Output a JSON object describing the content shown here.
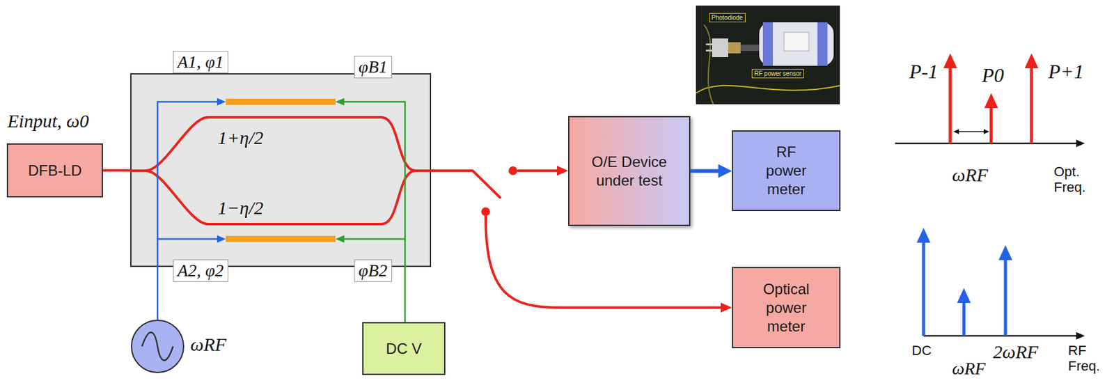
{
  "diagram": {
    "nodes": [
      {
        "text": [
          "DFB-LD"
        ]
      },
      {
        "text": [
          "A1, φ1",
          "φB1",
          "A2, φ2",
          "φB2",
          "1+η/2",
          "1−η/2"
        ]
      },
      {
        "text": [
          "ωRF"
        ]
      },
      {
        "text": [
          "DC V"
        ]
      },
      {
        "text": [
          "O/E Device under test"
        ]
      },
      {
        "text": [
          "RF power meter"
        ]
      },
      {
        "text": [
          "Optical power meter"
        ]
      }
    ],
    "edges": [
      {
        "from": 0,
        "to": 1,
        "arrow": "none"
      },
      {
        "from": 2,
        "to": 1,
        "arrow": "to"
      },
      {
        "from": 3,
        "to": 1,
        "arrow": "to"
      },
      {
        "from": 1,
        "to": 4,
        "arrow": "to"
      },
      {
        "from": 1,
        "to": 6,
        "arrow": "to"
      },
      {
        "from": 4,
        "to": 5,
        "arrow": "to"
      }
    ],
    "labels": [
      "Einput, ω0",
      "Photodiode",
      "RF power sensor",
      "P-1",
      "P0",
      "P+1",
      "ωRF",
      "Opt. Freq.",
      "DC",
      "ωRF",
      "2ωRF",
      "RF Freq."
    ]
  }
}
